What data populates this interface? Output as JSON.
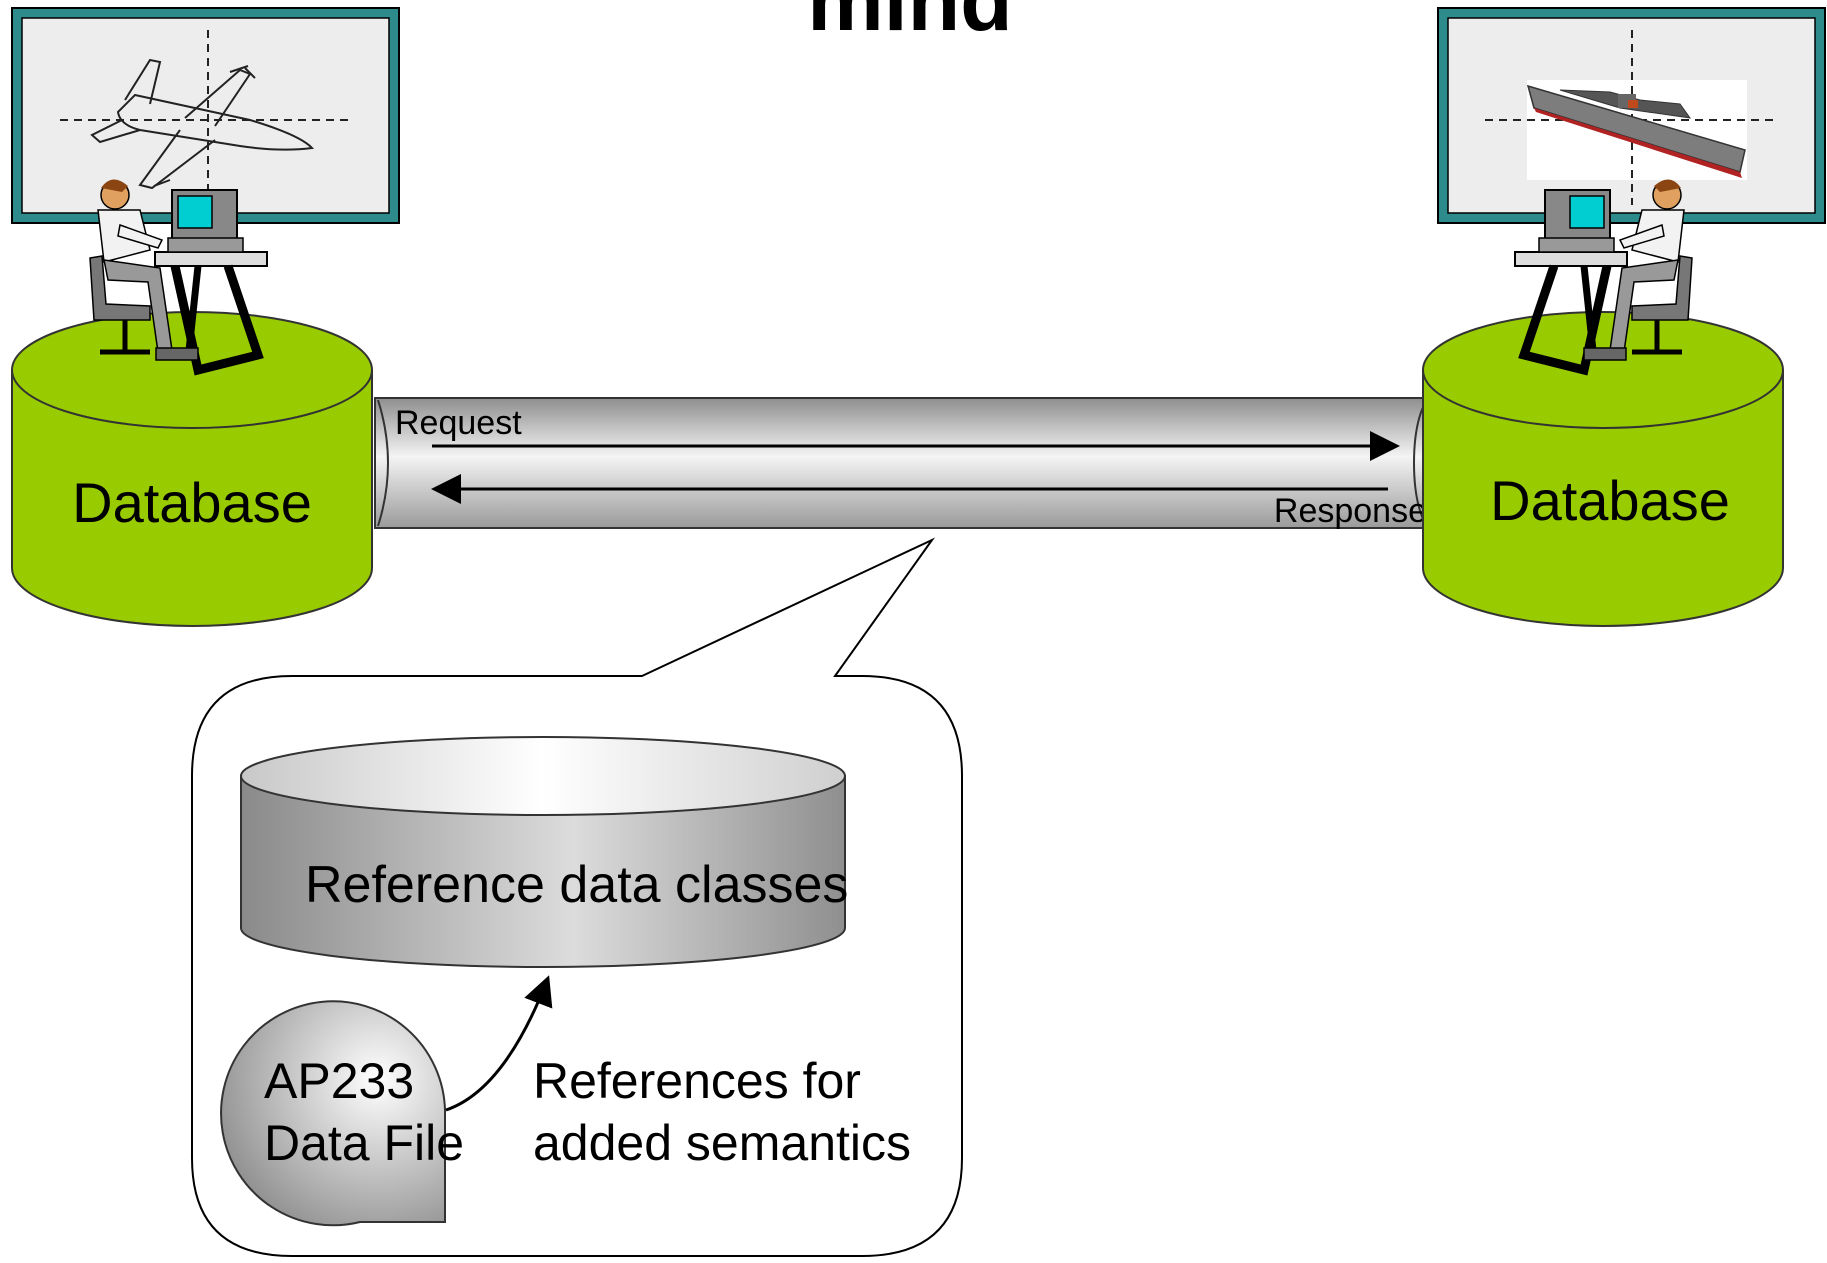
{
  "slide": {
    "title_fragment": "mind"
  },
  "left_node": {
    "database_label": "Database"
  },
  "right_node": {
    "database_label": "Database"
  },
  "pipe": {
    "request_label": "Request",
    "response_label": "Response"
  },
  "callout": {
    "reference_db_label": "Reference data classes",
    "data_file_line1": "AP233",
    "data_file_line2": "Data File",
    "references_line1": "References for",
    "references_line2": "added semantics"
  },
  "colors": {
    "database_green": "#99CC00",
    "monitor_frame": "#2E8B8B",
    "pipe_gray": "#B4B4B4"
  }
}
